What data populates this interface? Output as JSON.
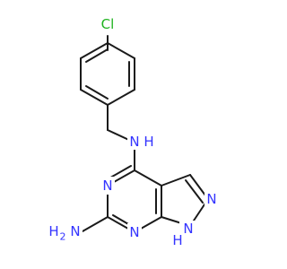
{
  "colors": {
    "bond": "#1a1a1a",
    "carbon": "#1a1a1a",
    "nitrogen": "#3333ff",
    "chlorine": "#1fb31f"
  },
  "atoms": {
    "cl": "Cl",
    "nh_linker": "N",
    "nh_linker_h": "H",
    "n_pyrimidine_top": "N",
    "n_pyrazole": "N",
    "nh2_n": "N",
    "nh2_h": "H",
    "nh2_h_count": "2",
    "n_pyrimidine_bottom": "N",
    "nh_ring_n": "N",
    "nh_ring_h": "H"
  }
}
